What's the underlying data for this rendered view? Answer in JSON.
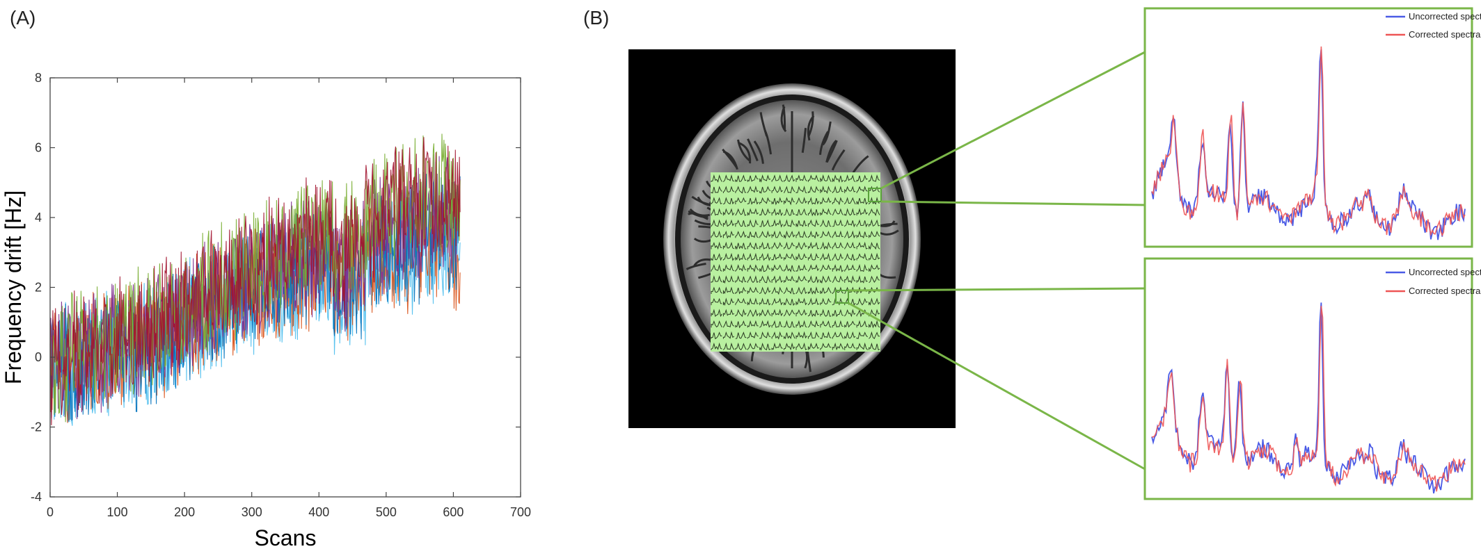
{
  "panels": {
    "a_label": "(A)",
    "b_label": "(B)"
  },
  "chart_data": [
    {
      "type": "line",
      "panel": "(A)",
      "title": "",
      "xlabel": "Scans",
      "ylabel": "Frequency drift [Hz]",
      "xlim": [
        0,
        700
      ],
      "ylim": [
        -4,
        8
      ],
      "xticks": [
        0,
        100,
        200,
        300,
        400,
        500,
        600,
        700
      ],
      "yticks": [
        -4,
        -2,
        0,
        2,
        4,
        6,
        8
      ],
      "grid": false,
      "legend": "none",
      "x_range_of_series": [
        0,
        610
      ],
      "series": [
        {
          "color": "#4dbeee",
          "trend": [
            [
              0,
              -0.4
            ],
            [
              150,
              0.3
            ],
            [
              300,
              1.9
            ],
            [
              450,
              2.6
            ],
            [
              610,
              3.4
            ]
          ]
        },
        {
          "color": "#d95319",
          "trend": [
            [
              0,
              -0.3
            ],
            [
              150,
              0.4
            ],
            [
              300,
              2.0
            ],
            [
              450,
              2.8
            ],
            [
              610,
              3.2
            ]
          ]
        },
        {
          "color": "#0072bd",
          "trend": [
            [
              0,
              -0.5
            ],
            [
              150,
              0.4
            ],
            [
              300,
              2.0
            ],
            [
              450,
              2.9
            ],
            [
              610,
              3.6
            ]
          ]
        },
        {
          "color": "#7e2f8e",
          "trend": [
            [
              0,
              -0.3
            ],
            [
              150,
              0.6
            ],
            [
              300,
              2.3
            ],
            [
              450,
              3.3
            ],
            [
              610,
              4.2
            ]
          ]
        },
        {
          "color": "#77ac30",
          "trend": [
            [
              0,
              -0.2
            ],
            [
              150,
              0.9
            ],
            [
              300,
              2.6
            ],
            [
              450,
              3.9
            ],
            [
              610,
              5.0
            ]
          ]
        },
        {
          "color": "#a2142f",
          "trend": [
            [
              0,
              -0.2
            ],
            [
              150,
              0.8
            ],
            [
              300,
              2.6
            ],
            [
              450,
              3.8
            ],
            [
              610,
              4.8
            ]
          ]
        }
      ]
    },
    {
      "type": "line",
      "panel": "(B) top inset",
      "legend": "top-right",
      "series": [
        {
          "name": "Uncorrected spectra",
          "color": "#4a5be6"
        },
        {
          "name": "Corrected spectra",
          "color": "#ee5555"
        }
      ]
    },
    {
      "type": "line",
      "panel": "(B) bottom inset",
      "legend": "top-right",
      "series": [
        {
          "name": "Uncorrected spectra",
          "color": "#4a5be6"
        },
        {
          "name": "Corrected spectra",
          "color": "#ee5555"
        }
      ]
    }
  ],
  "colors": {
    "inset_border": "#7ab648",
    "grid_overlay": "#b9f0a0",
    "brain_background": "#000000"
  }
}
